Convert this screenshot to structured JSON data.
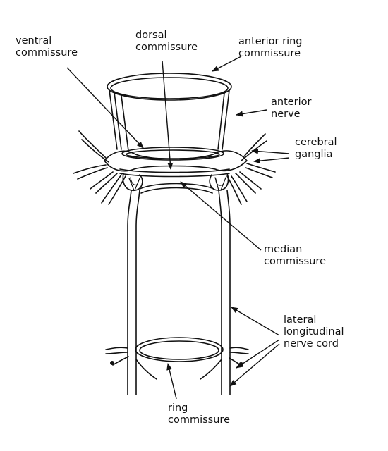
{
  "labels": {
    "ventral_commissure": [
      "ventral",
      "commissure"
    ],
    "dorsal_commissure": [
      "dorsal",
      "commissure"
    ],
    "anterior_ring_commissure": [
      "anterior ring",
      "commissure"
    ],
    "anterior_nerve": [
      "anterior",
      "nerve"
    ],
    "cerebral_ganglia": [
      "cerebral",
      "ganglia"
    ],
    "median_commissure": [
      "median",
      "commissure"
    ],
    "lateral_longitudinal_nerve_cord": [
      "lateral",
      "longitudinal",
      "nerve cord"
    ],
    "ring_commissure": [
      "ring",
      "commissure"
    ]
  }
}
